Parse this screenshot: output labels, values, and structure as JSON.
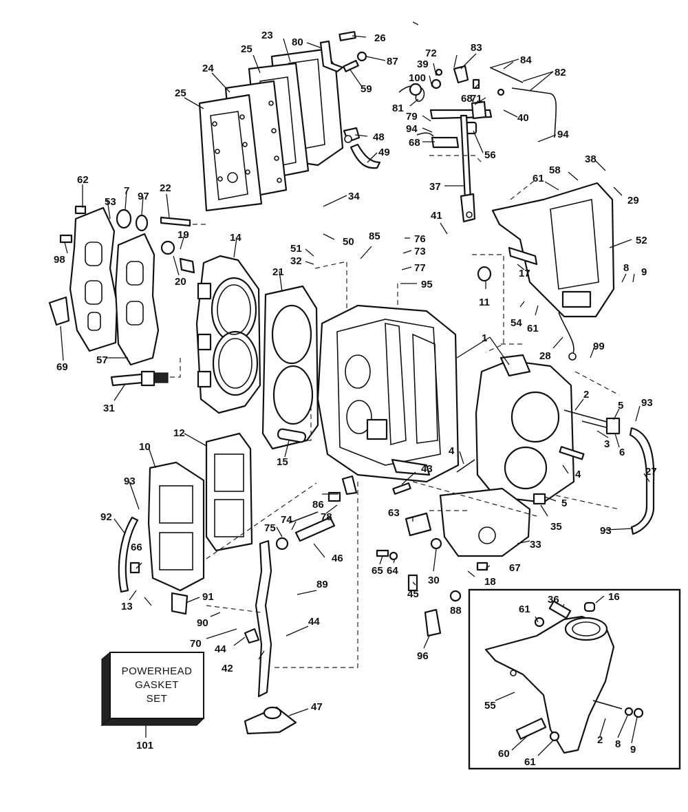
{
  "kit": {
    "line1": "POWERHEAD",
    "line2": "GASKET",
    "line3": "SET"
  },
  "callouts": {
    "c1": "1",
    "c2": "2",
    "c3": "3",
    "c4": "4",
    "c5": "5",
    "c6": "6",
    "c7": "7",
    "c8": "8",
    "c9": "9",
    "c10": "10",
    "c11": "11",
    "c12": "12",
    "c13": "13",
    "c14": "14",
    "c15": "15",
    "c16": "16",
    "c17": "17",
    "c18": "18",
    "c19": "19",
    "c20": "20",
    "c21": "21",
    "c22": "22",
    "c23": "23",
    "c24": "24",
    "c25": "25",
    "c26": "26",
    "c27": "27",
    "c28": "28",
    "c29": "29",
    "c30": "30",
    "c31": "31",
    "c32": "32",
    "c33": "33",
    "c34": "34",
    "c35": "35",
    "c36": "36",
    "c37": "37",
    "c38": "38",
    "c39": "39",
    "c40": "40",
    "c41": "41",
    "c42": "42",
    "c43": "43",
    "c44": "44",
    "c45": "45",
    "c46": "46",
    "c47": "47",
    "c48": "48",
    "c49": "49",
    "c50": "50",
    "c51": "51",
    "c52": "52",
    "c53": "53",
    "c54": "54",
    "c55": "55",
    "c56": "56",
    "c57": "57",
    "c58": "58",
    "c59": "59",
    "c60": "60",
    "c61": "61",
    "c62": "62",
    "c63": "63",
    "c64": "64",
    "c65": "65",
    "c66": "66",
    "c67": "67",
    "c68": "68",
    "c69": "69",
    "c70": "70",
    "c71": "71",
    "c72": "72",
    "c73": "73",
    "c74": "74",
    "c75": "75",
    "c76": "76",
    "c77": "77",
    "c78": "78",
    "c79": "79",
    "c80": "80",
    "c81": "81",
    "c82": "82",
    "c83": "83",
    "c84": "84",
    "c85": "85",
    "c86": "86",
    "c87": "87",
    "c88": "88",
    "c89": "89",
    "c90": "90",
    "c91": "91",
    "c92": "92",
    "c93": "93",
    "c94": "94",
    "c95": "95",
    "c96": "96",
    "c97": "97",
    "c98": "98",
    "c99": "99",
    "c100": "100",
    "c101": "101"
  }
}
